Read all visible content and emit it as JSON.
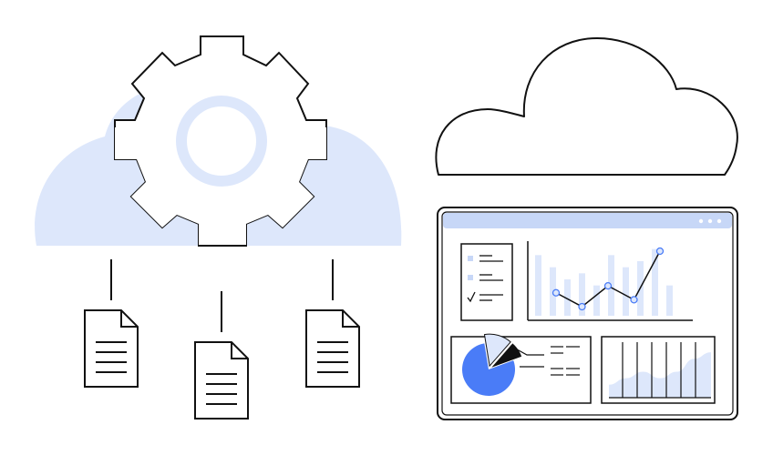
{
  "colors": {
    "stroke": "#111111",
    "light_blue": "#dde7fb",
    "mid_blue": "#c7d7f7",
    "accent_blue": "#4a7cf7",
    "white": "#ffffff"
  },
  "icons": {
    "gear": "gear-icon",
    "cloud_back": "cloud-shape",
    "cloud_outline": "cloud-icon",
    "document": "document-icon",
    "dashboard": "dashboard-window",
    "checklist": "checklist-icon",
    "pie_chart": "pie-chart-icon",
    "line_chart": "line-chart-icon",
    "area_chart": "area-chart-icon"
  },
  "chart_data": [
    {
      "type": "line",
      "values": [
        3,
        1,
        4,
        2,
        9
      ],
      "bars": [
        10,
        8,
        6,
        7,
        5,
        10,
        8,
        9,
        11,
        5
      ]
    },
    {
      "type": "pie",
      "values": [
        78,
        14,
        8
      ]
    },
    {
      "type": "area",
      "values": [
        2,
        3,
        4,
        3,
        4,
        6,
        7
      ]
    }
  ]
}
